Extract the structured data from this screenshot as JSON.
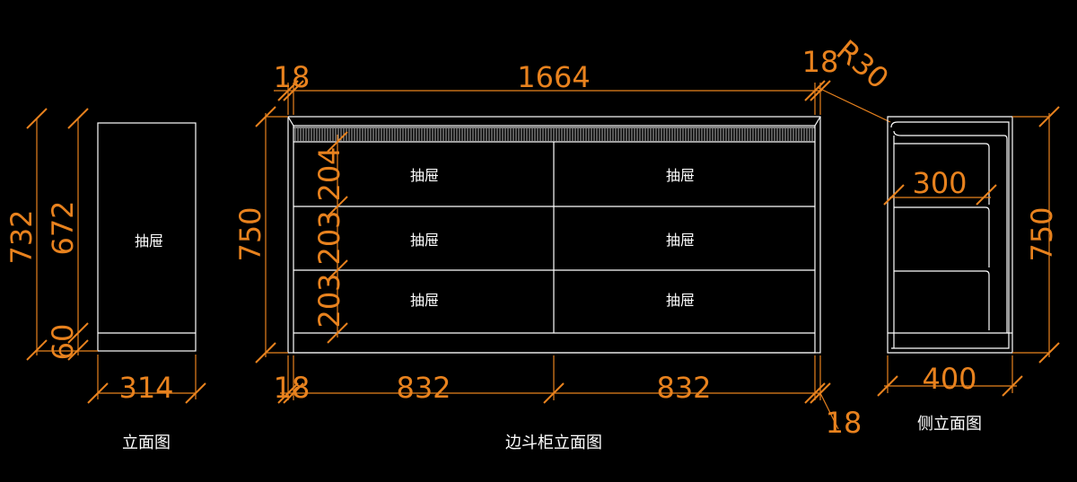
{
  "colors": {
    "background": "#000000",
    "dimension": "#e8821e",
    "outline": "#ffffff"
  },
  "front_view": {
    "drawer_label": "抽屉",
    "dim_total_height": "732",
    "dim_body_height": "672",
    "dim_base_height": "60",
    "dim_width": "314",
    "caption": "立面图"
  },
  "main_view": {
    "dim_left_panel": "18",
    "dim_inner_width": "1664",
    "dim_right_panel": "18",
    "dim_radius": "R30",
    "dim_height": "750",
    "drawer_heights": [
      "204",
      "203",
      "203"
    ],
    "drawers": [
      "抽屉",
      "抽屉",
      "抽屉",
      "抽屉",
      "抽屉",
      "抽屉"
    ],
    "dim_bottom_left_panel": "18",
    "dim_bottom_halves": [
      "832",
      "832"
    ],
    "dim_bottom_right_panel": "18",
    "caption": "边斗柜立面图"
  },
  "side_view": {
    "dim_inner_depth": "300",
    "dim_height": "750",
    "dim_depth": "400",
    "caption": "侧立面图"
  }
}
